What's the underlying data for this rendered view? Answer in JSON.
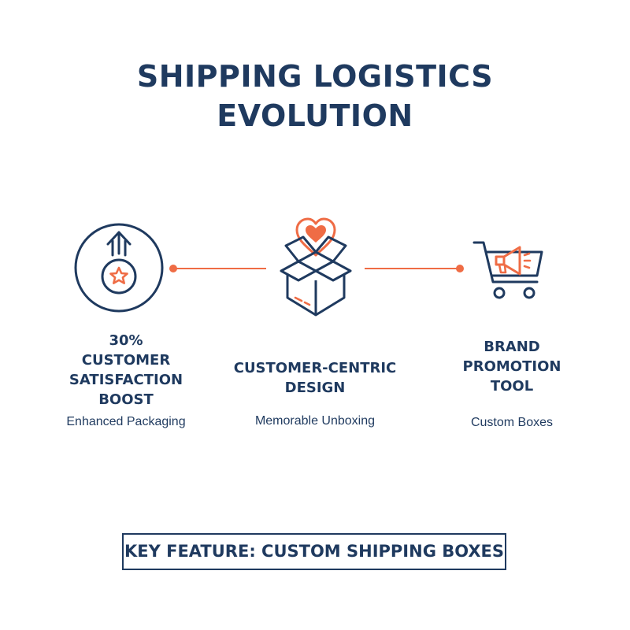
{
  "title": {
    "line1": "SHIPPING LOGISTICS",
    "line2": "EVOLUTION"
  },
  "steps": [
    {
      "icon": "arrow-up-star-icon",
      "heading_lines": [
        "30%",
        "CUSTOMER",
        "SATISFACTION",
        "BOOST"
      ],
      "subtitle": "Enhanced Packaging"
    },
    {
      "icon": "open-box-heart-icon",
      "heading_lines": [
        "CUSTOMER-CENTRIC",
        "DESIGN"
      ],
      "subtitle": "Memorable Unboxing"
    },
    {
      "icon": "cart-megaphone-icon",
      "heading_lines": [
        "BRAND",
        "PROMOTION",
        "TOOL"
      ],
      "subtitle": "Custom Boxes"
    }
  ],
  "key_feature": "KEY FEATURE: CUSTOM SHIPPING BOXES",
  "colors": {
    "navy": "#1f3a5f",
    "accent": "#ef6c45",
    "background": "#ffffff"
  }
}
